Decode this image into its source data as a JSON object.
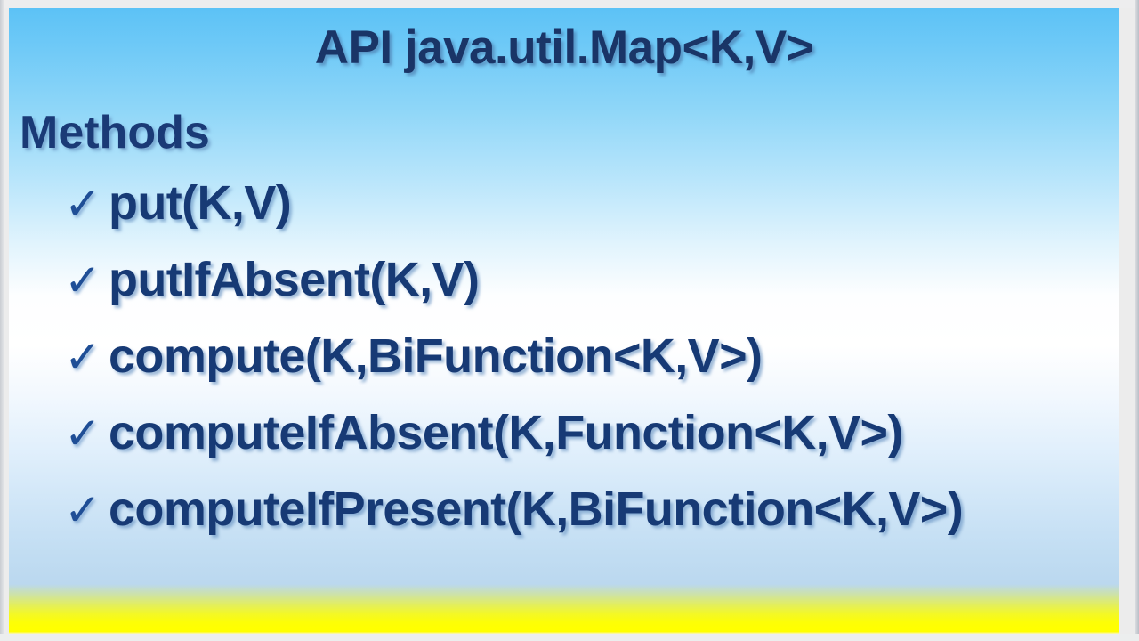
{
  "slide": {
    "title": "API java.util.Map<K,V>",
    "section_heading": "Methods",
    "bullet_glyph": "✓",
    "bullet_icon_name": "check-icon",
    "methods": [
      {
        "signature": "put(K,V)"
      },
      {
        "signature": "putIfAbsent(K,V)"
      },
      {
        "signature": "compute(K,BiFunction<K,V>)"
      },
      {
        "signature": "computeIfAbsent(K,Function<K,V>)"
      },
      {
        "signature": "computeIfPresent(K,BiFunction<K,V>)"
      }
    ]
  },
  "colors": {
    "title_text": "#1a3567",
    "heading_text": "#1a3a76",
    "method_text": "#173a75",
    "check_mark": "#1f4e96",
    "background_top_blue": "#5cc2f6",
    "background_mid_white": "#ffffff",
    "background_bottom_blue": "#b8d6ed",
    "accent_band_yellow": "#ffff00",
    "frame_gray": "#ececec"
  }
}
